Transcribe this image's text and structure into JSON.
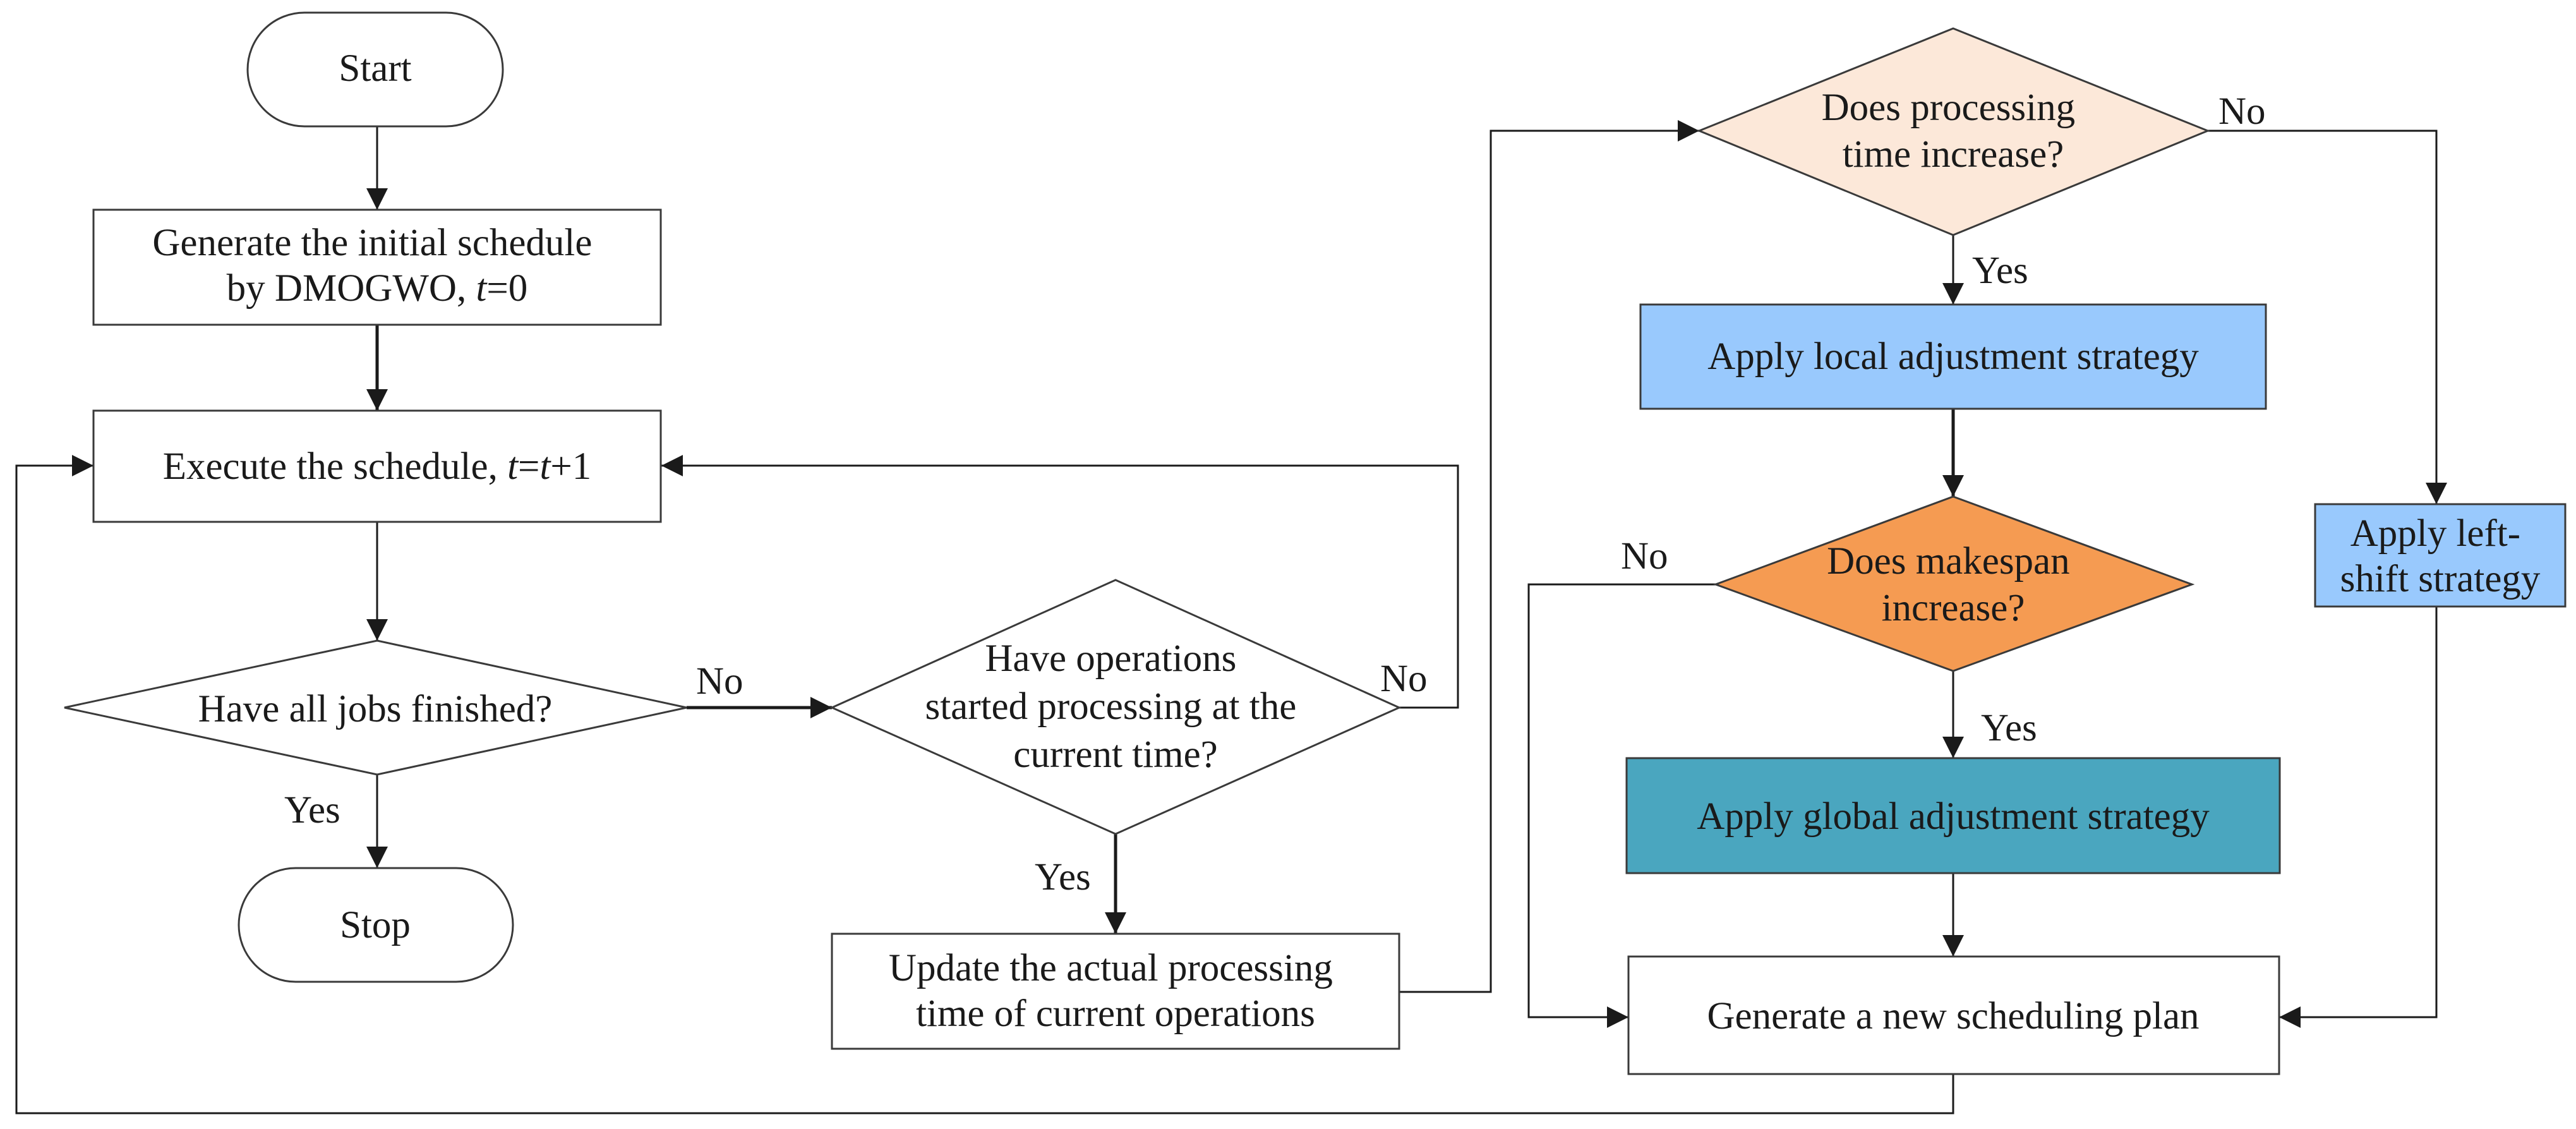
{
  "nodes": {
    "start": {
      "text": "Start"
    },
    "generate_initial": {
      "line1": "Generate the initial schedule",
      "line2_prefix": "by DMOGWO, ",
      "line2_var": "t",
      "line2_suffix": "=0"
    },
    "execute": {
      "prefix": "Execute the schedule, ",
      "var1": "t",
      "eq": "=",
      "var2": "t",
      "suffix": "+1"
    },
    "all_finished": {
      "text": "Have all jobs finished?"
    },
    "stop": {
      "text": "Stop"
    },
    "ops_started": {
      "line1": "Have operations",
      "line2": "started processing at the",
      "line3": "current time?"
    },
    "update_time": {
      "line1": "Update the actual processing",
      "line2": "time of current operations"
    },
    "proc_increase": {
      "line1": "Does processing",
      "line2": "time increase?"
    },
    "local_adjust": {
      "text": "Apply local adjustment strategy"
    },
    "makespan_increase": {
      "line1": "Does makespan",
      "line2": "increase?"
    },
    "global_adjust": {
      "text": "Apply global adjustment strategy"
    },
    "left_shift": {
      "line1": "Apply left-",
      "line2": "shift strategy"
    },
    "new_plan": {
      "text": "Generate a new scheduling plan"
    }
  },
  "edge_labels": {
    "all_finished_yes": "Yes",
    "all_finished_no": "No",
    "ops_started_yes": "Yes",
    "ops_started_no": "No",
    "proc_increase_yes": "Yes",
    "proc_increase_no": "No",
    "makespan_yes": "Yes",
    "makespan_no": "No"
  },
  "colors": {
    "proc_increase_fill": "#fce8d9",
    "local_adjust_fill": "#99c9fd",
    "makespan_fill": "#f59b52",
    "global_adjust_fill": "#4aa6bf",
    "left_shift_fill": "#99c9fd",
    "default_fill": "#ffffff"
  }
}
